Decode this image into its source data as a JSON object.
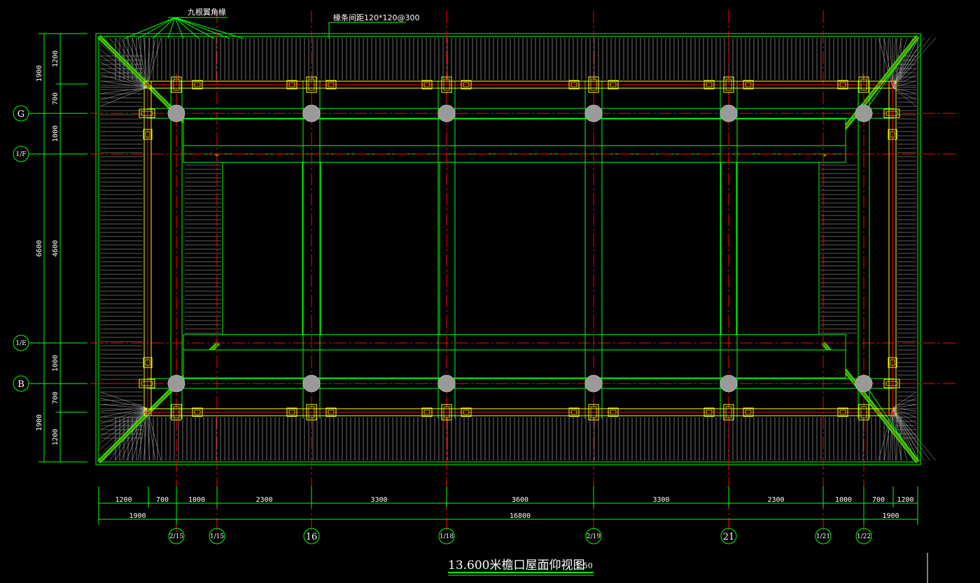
{
  "notes": {
    "rafter_note": "九根翼角椽",
    "purlin_note": "椽条间距120*120@300"
  },
  "title": {
    "main": "13.600米檐口屋面仰视图",
    "scale": "1:50"
  },
  "left_axes": [
    {
      "id": "axis-G",
      "label": "G"
    },
    {
      "id": "axis-1F",
      "label": "1/F"
    },
    {
      "id": "axis-1E",
      "label": "1/E"
    },
    {
      "id": "axis-B",
      "label": "B"
    }
  ],
  "bottom_axes": [
    {
      "id": "axis-b1",
      "label": "2/15"
    },
    {
      "id": "axis-b2",
      "label": "1/15"
    },
    {
      "id": "axis-b3",
      "label": "16"
    },
    {
      "id": "axis-b4",
      "label": "1/18"
    },
    {
      "id": "axis-b5",
      "label": "2/19"
    },
    {
      "id": "axis-b6",
      "label": "21"
    },
    {
      "id": "axis-b7",
      "label": "1/21"
    },
    {
      "id": "axis-b8",
      "label": "1/22"
    }
  ],
  "bottom_dims_row1": [
    "1200",
    "700",
    "1000",
    "2300",
    "3300",
    "3600",
    "3300",
    "2300",
    "1000",
    "700",
    "1200"
  ],
  "bottom_dims_row2": [
    "1900",
    "16800",
    "1900"
  ],
  "left_dims_inner": [
    "1200",
    "700",
    "1000",
    "4600",
    "1000",
    "700",
    "1200"
  ],
  "left_dims_outer": [
    "1900",
    "6600",
    "1900"
  ],
  "colors": {
    "line": "#00ff00",
    "axis": "#ff0000",
    "beam": "#ffff00",
    "column": "#9a9a9a",
    "hatch": "#bcbcbc",
    "text": "#ffffff"
  }
}
